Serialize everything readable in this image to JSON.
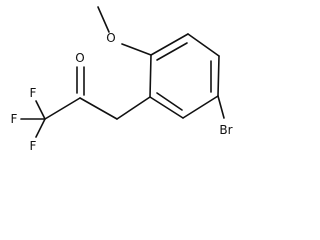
{
  "molecule": {
    "atoms": {
      "oxygen_ketone": "O",
      "oxygen_ether": "O",
      "bromine": "Br",
      "fluorine_top": "F",
      "fluorine_left": "F",
      "fluorine_bottom": "F"
    },
    "colors": {
      "bond": "#111111",
      "label": "#111111",
      "background": "#ffffff"
    }
  }
}
